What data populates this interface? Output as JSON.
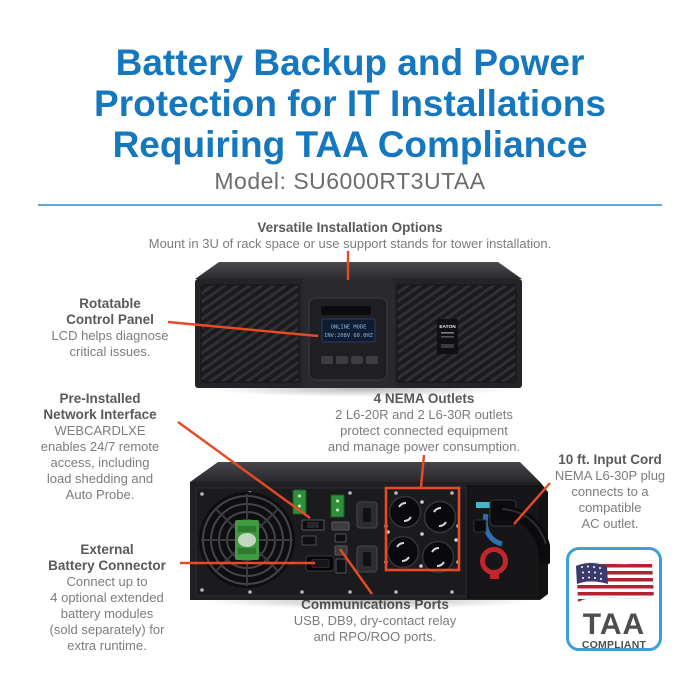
{
  "header": {
    "title_lines": [
      "Battery Backup and Power",
      "Protection for IT Installations",
      "Requiring TAA Compliance"
    ],
    "model": "Model: SU6000RT3UTAA"
  },
  "callouts": {
    "installation": {
      "heading": "Versatile Installation Options",
      "body_lines": [
        "Mount in 3U of rack space or use support stands for tower installation."
      ]
    },
    "control_panel": {
      "heading_lines": [
        "Rotatable",
        "Control Panel"
      ],
      "body_lines": [
        "LCD helps diagnose",
        "critical issues."
      ]
    },
    "network": {
      "heading_lines": [
        "Pre-Installed",
        "Network Interface"
      ],
      "body_lines": [
        "WEBCARDLXE",
        "enables 24/7 remote",
        "access, including",
        "load shedding and",
        "Auto Probe."
      ]
    },
    "outlets": {
      "heading": "4 NEMA Outlets",
      "body_lines": [
        "2 L6-20R and 2 L6-30R outlets",
        "protect connected equipment",
        "and manage power consumption."
      ]
    },
    "input_cord": {
      "heading": "10 ft. Input Cord",
      "body_lines": [
        "NEMA L6-30P plug",
        "connects to a",
        "compatible",
        "AC outlet."
      ]
    },
    "battery": {
      "heading_lines": [
        "External",
        "Battery Connector"
      ],
      "body_lines": [
        "Connect up to",
        "4 optional extended",
        "battery modules",
        "(sold separately) for",
        "extra runtime."
      ]
    },
    "comm_ports": {
      "heading": "Communications Ports",
      "body_lines": [
        "USB, DB9, dry-contact relay",
        "and RPO/ROO ports."
      ]
    }
  },
  "product": {
    "lcd": {
      "line1": "ONLINE MODE",
      "line2": "INV:208V 60.0HZ"
    },
    "brand": "EATON"
  },
  "badge": {
    "line1": "TAA",
    "line2": "COMPLIANT"
  },
  "colors": {
    "title_blue": "#1577BE",
    "rule_blue": "#5FA8DB",
    "heading_gray": "#58595B",
    "body_gray": "#7B7C7F",
    "callout_red": "#E84A26",
    "badge_border": "#3AA0D8",
    "flag_red": "#B22234",
    "flag_blue": "#3C3B6E",
    "taa_gray": "#4D4E50"
  }
}
